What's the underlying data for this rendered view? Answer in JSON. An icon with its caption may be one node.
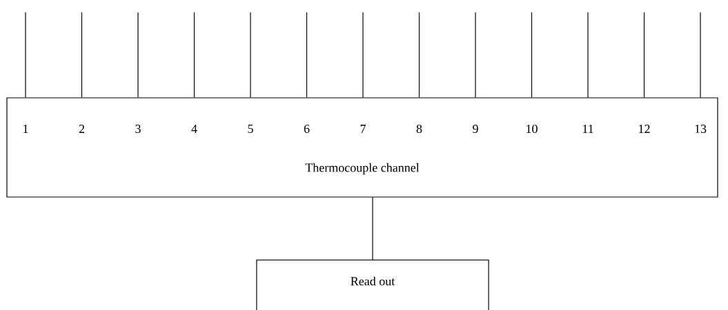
{
  "diagram": {
    "nodes": [
      {
        "text": [
          "Thermocouple channel"
        ]
      },
      {
        "text": [
          "Read out"
        ]
      }
    ],
    "edges": [
      {
        "from": null,
        "to": 0,
        "arrow": "none"
      },
      {
        "from": null,
        "to": 0,
        "arrow": "none"
      },
      {
        "from": null,
        "to": 0,
        "arrow": "none"
      },
      {
        "from": null,
        "to": 0,
        "arrow": "none"
      },
      {
        "from": null,
        "to": 0,
        "arrow": "none"
      },
      {
        "from": null,
        "to": 0,
        "arrow": "none"
      },
      {
        "from": null,
        "to": 0,
        "arrow": "none"
      },
      {
        "from": null,
        "to": 0,
        "arrow": "none"
      },
      {
        "from": null,
        "to": 0,
        "arrow": "none"
      },
      {
        "from": null,
        "to": 0,
        "arrow": "none"
      },
      {
        "from": null,
        "to": 0,
        "arrow": "none"
      },
      {
        "from": null,
        "to": 0,
        "arrow": "none"
      },
      {
        "from": null,
        "to": 0,
        "arrow": "none"
      },
      {
        "from": 0,
        "to": 1,
        "arrow": "none"
      }
    ],
    "labels": [
      "1",
      "2",
      "3",
      "4",
      "5",
      "6",
      "7",
      "8",
      "9",
      "10",
      "11",
      "12",
      "13"
    ]
  }
}
